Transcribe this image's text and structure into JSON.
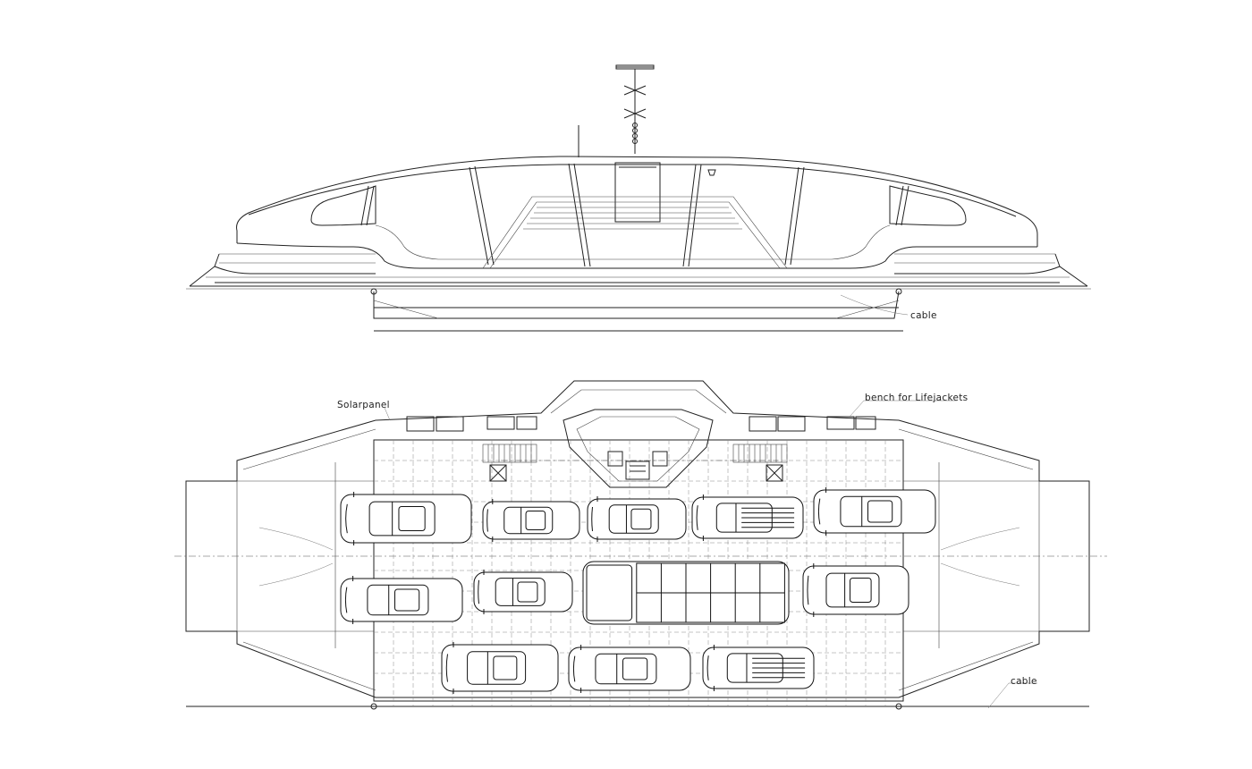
{
  "labels": {
    "cable_side": "cable",
    "solarpanel": "Solarpanel",
    "bench": "bench for Lifejackets",
    "cable_plan": "cable"
  },
  "vehicles": [
    {
      "name": "vehicle-row1-1",
      "kind": "car"
    },
    {
      "name": "vehicle-row1-2",
      "kind": "coupe"
    },
    {
      "name": "vehicle-row1-3",
      "kind": "van"
    },
    {
      "name": "vehicle-row1-4",
      "kind": "pickup"
    },
    {
      "name": "vehicle-row1-5",
      "kind": "suv"
    },
    {
      "name": "vehicle-row2-1",
      "kind": "car"
    },
    {
      "name": "vehicle-row2-2",
      "kind": "coupe"
    },
    {
      "name": "vehicle-row2-3",
      "kind": "truck"
    },
    {
      "name": "vehicle-row2-4",
      "kind": "car"
    },
    {
      "name": "vehicle-row3-1",
      "kind": "van"
    },
    {
      "name": "vehicle-row3-2",
      "kind": "suv"
    },
    {
      "name": "vehicle-row3-3",
      "kind": "jeep"
    }
  ],
  "colors": {
    "line": "#222222",
    "background": "#ffffff"
  }
}
